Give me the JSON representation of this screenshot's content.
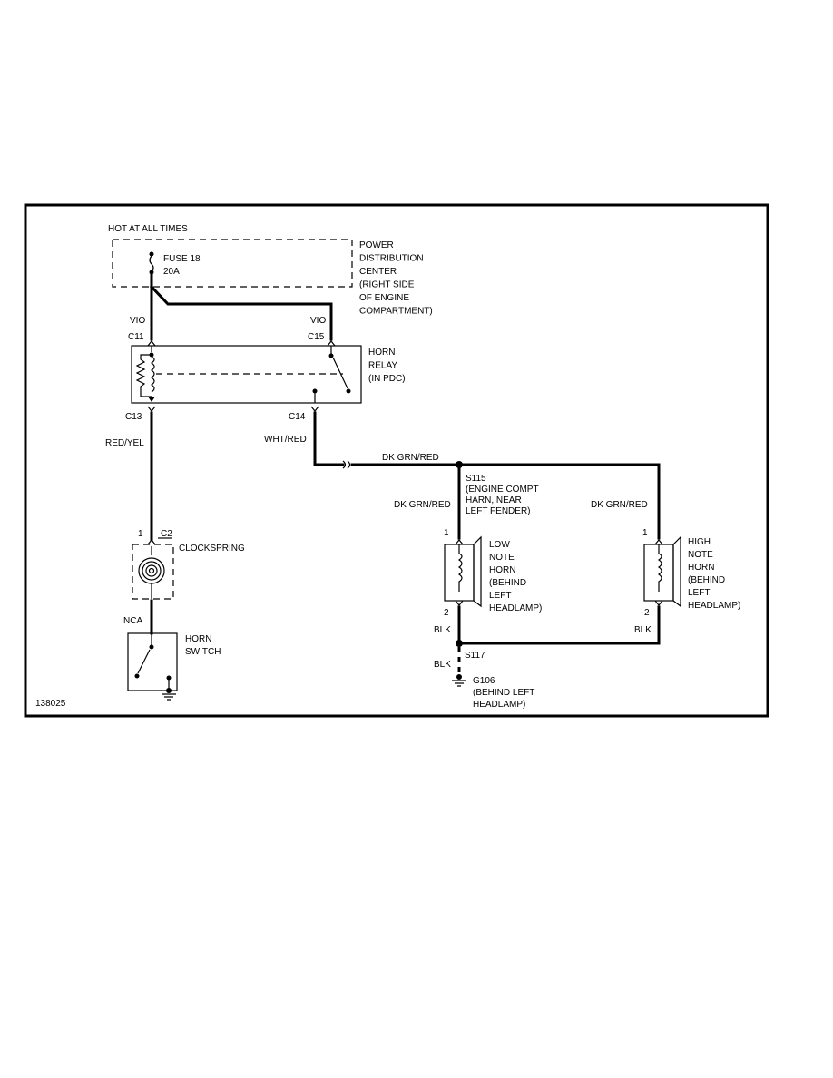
{
  "labels": {
    "hot_at_all_times": "HOT AT ALL TIMES",
    "fuse": "FUSE 18",
    "fuse_rating": "20A",
    "pdc": [
      "POWER",
      "DISTRIBUTION",
      "CENTER",
      "(RIGHT SIDE",
      "OF ENGINE",
      "COMPARTMENT)"
    ],
    "wire_vio_left": "VIO",
    "wire_vio_right": "VIO",
    "conn_c11": "C11",
    "conn_c15": "C15",
    "horn_relay": [
      "HORN",
      "RELAY",
      "(IN PDC)"
    ],
    "conn_c13": "C13",
    "conn_c14": "C14",
    "wire_red_yel": "RED/YEL",
    "wire_wht_red": "WHT/RED",
    "wire_dk_grn_red_top": "DK GRN/RED",
    "splice_s115": [
      "S115",
      "(ENGINE COMPT",
      "HARN, NEAR",
      "LEFT FENDER)"
    ],
    "wire_dk_grn_red_low": "DK GRN/RED",
    "wire_dk_grn_red_high": "DK GRN/RED",
    "pin_1_c2": "1",
    "conn_c2": "C2",
    "clockspring": "CLOCKSPRING",
    "pin_1_low": "1",
    "low_note_horn": [
      "LOW",
      "NOTE",
      "HORN",
      "(BEHIND",
      "LEFT",
      "HEADLAMP)"
    ],
    "pin_1_high": "1",
    "high_note_horn": [
      "HIGH",
      "NOTE",
      "HORN",
      "(BEHIND",
      "LEFT",
      "HEADLAMP)"
    ],
    "wire_nca": "NCA",
    "horn_switch": [
      "HORN",
      "SWITCH"
    ],
    "pin_2_low": "2",
    "wire_blk_low": "BLK",
    "pin_2_high": "2",
    "wire_blk_high": "BLK",
    "splice_s117": "S117",
    "wire_blk_ground": "BLK",
    "ground_g106": [
      "G106",
      "(BEHIND LEFT",
      "HEADLAMP)"
    ],
    "figure_number": "138025"
  }
}
